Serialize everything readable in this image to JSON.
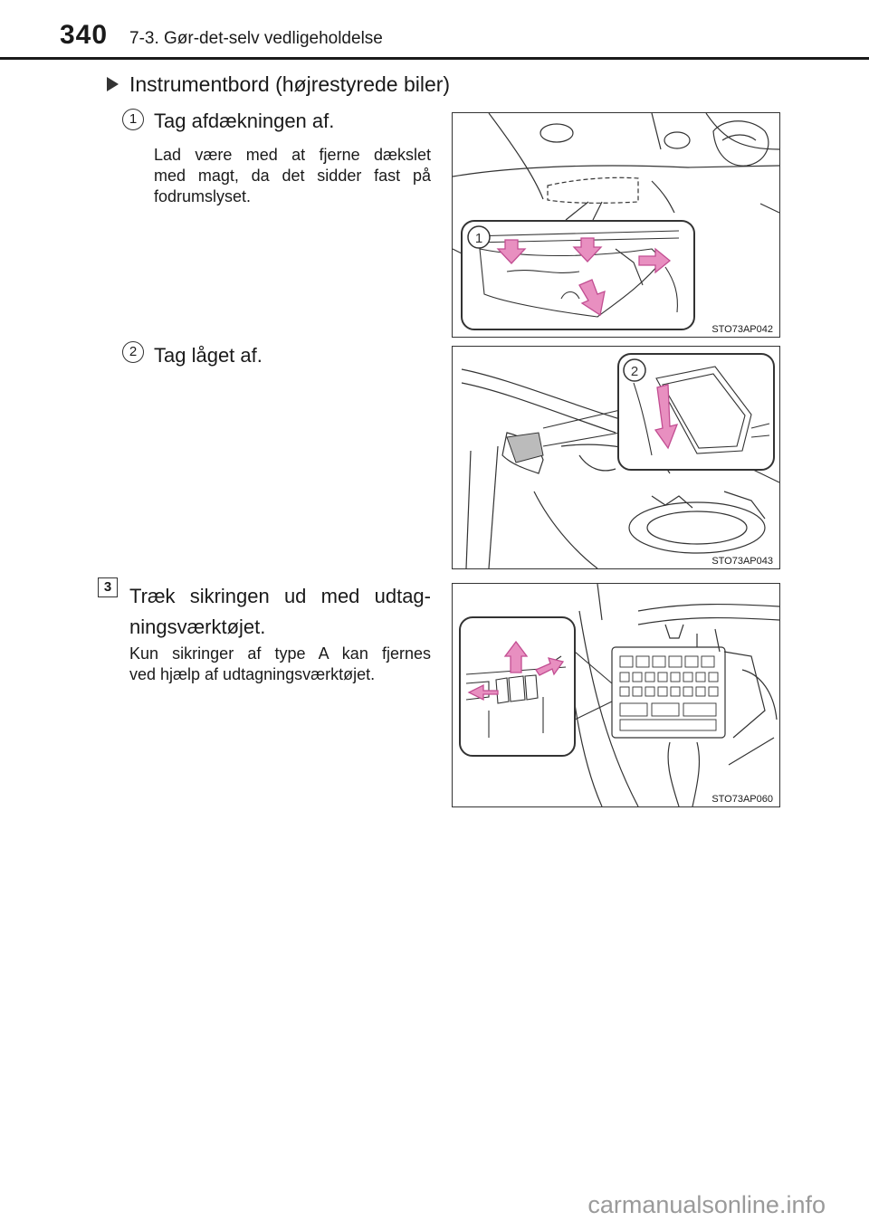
{
  "header": {
    "page_number": "340",
    "chapter_title": "7-3. Gør-det-selv vedligeholdelse"
  },
  "section": {
    "heading": "Instrumentbord (højrestyrede biler)"
  },
  "steps": [
    {
      "number": "1",
      "title": "Tag afdækningen af.",
      "note_lines": [
        "Lad være med at fjerne dækslet",
        "med magt, da det sidder fast på",
        "fodrumslyset."
      ],
      "figure": {
        "callout": "1",
        "code": "STO73AP042"
      }
    },
    {
      "number": "2",
      "title": "Tag låget af.",
      "figure": {
        "callout": "2",
        "code": "STO73AP043"
      }
    },
    {
      "number": "3",
      "title_lines": [
        "Træk sikringen ud med udtag-",
        "ningsværktøjet."
      ],
      "note_lines": [
        "Kun sikringer af type A kan fjernes",
        "ved hjælp af udtagningsværktøjet."
      ],
      "figure": {
        "code": "STO73AP060"
      }
    }
  ],
  "colors": {
    "arrow_fill": "#e88fc0",
    "arrow_stroke": "#c24e92",
    "line": "#333333"
  },
  "watermark": "carmanualsonline.info"
}
